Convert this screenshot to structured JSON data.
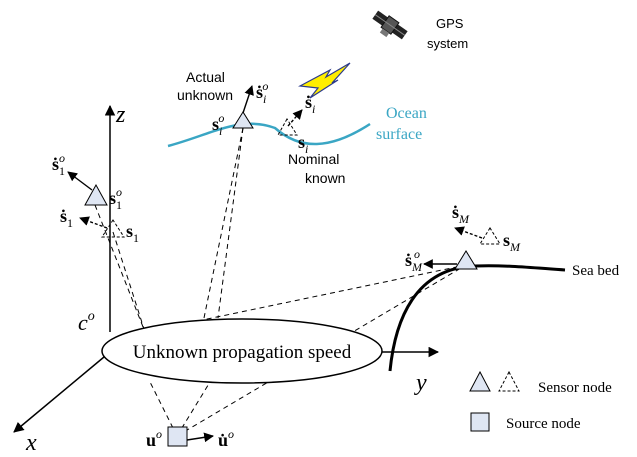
{
  "colors": {
    "ocean": "#3aa6c4",
    "node_fill": "#dfe6f3",
    "ink": "#000000",
    "bolt_fill": "#ffee00",
    "bolt_stroke": "#2b3a8c"
  },
  "labels": {
    "gps_line1": "GPS",
    "gps_line2": "system",
    "actual_line1": "Actual",
    "actual_line2": "unknown",
    "nominal_line1": "Nominal",
    "nominal_line2": "known",
    "ocean_line1": "Ocean",
    "ocean_line2": "surface",
    "seabed": "Sea bed",
    "ellipse": "Unknown propagation speed",
    "axis_z": "z",
    "axis_y": "y",
    "axis_x": "x",
    "c_o": "c",
    "c_o_sup": "o"
  },
  "math": {
    "s1o_vel": "ṡ",
    "s1o_vel_sub": "1",
    "s1o_vel_sup": "o",
    "s1o": "s",
    "s1o_sub": "1",
    "s1o_sup": "o",
    "s1_vel": "ṡ",
    "s1_vel_sub": "1",
    "s1": "s",
    "s1_sub": "1",
    "sio_vel": "ṡ",
    "sio_vel_sub": "i",
    "sio_vel_sup": "o",
    "sio": "s",
    "sio_sub": "i",
    "sio_sup": "o",
    "si_vel": "ṡ",
    "si_vel_sub": "i",
    "si": "s",
    "si_sub": "i",
    "sM_vel": "ṡ",
    "sM_vel_sub": "M",
    "sM": "s",
    "sM_sub": "M",
    "sMo_vel": "ṡ",
    "sMo_vel_sub": "M",
    "sMo_vel_sup": "o",
    "uo": "u",
    "uo_sup": "o",
    "uo_vel": "u̇",
    "uo_vel_sup": "o"
  },
  "legend": {
    "sensor": "Sensor node",
    "source": "Source node"
  }
}
